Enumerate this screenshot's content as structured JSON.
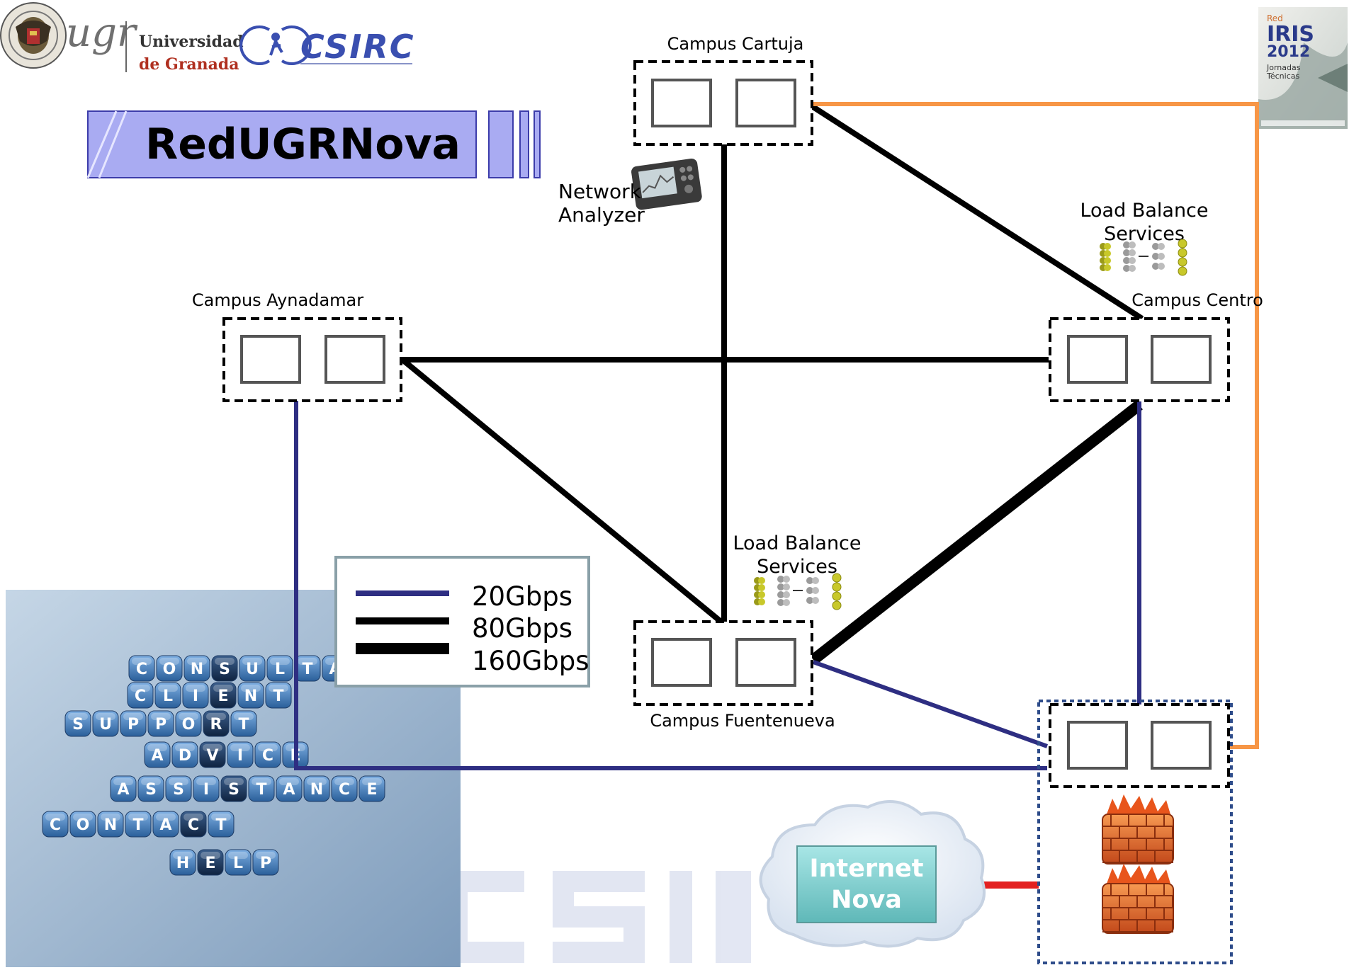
{
  "header": {
    "ugr_mark": "ugr",
    "university_line1": "Universidad",
    "university_line2": "de Granada",
    "csirc_logo": "CSIRC",
    "rediris_badge": {
      "line1": "Red",
      "line2": "IRIS",
      "line3": "2012",
      "line4": "Jornadas",
      "line5": "Técnicas"
    }
  },
  "title": "RedUGRNova",
  "nodes": {
    "cartuja": {
      "label": "Campus Cartuja"
    },
    "aynadamar": {
      "label": "Campus Aynadamar"
    },
    "centro": {
      "label": "Campus Centro"
    },
    "fuentenueva": {
      "label": "Campus Fuentenueva"
    }
  },
  "device_labels": {
    "analyzer_line1": "Network",
    "analyzer_line2": "Analyzer",
    "lb_centro_line1": "Load Balance",
    "lb_centro_line2": "Services",
    "lb_fuente_line1": "Load Balance",
    "lb_fuente_line2": "Services"
  },
  "legend": {
    "items": [
      {
        "label": "20Gbps",
        "color": "#2e2e82"
      },
      {
        "label": "80Gbps",
        "color": "#000000"
      },
      {
        "label": "160Gbps",
        "color": "#000000"
      }
    ]
  },
  "internet": {
    "line1": "Internet",
    "line2": "Nova"
  },
  "service_tiles": {
    "row1": "CONSULTANT",
    "row2": "CLIENT",
    "row3": "SUPPORT",
    "row4": "ADVICE",
    "row5": "ASSISTANCE",
    "row6": "CONTACT",
    "row7": "HELP"
  },
  "colors": {
    "link_20g": "#2e2e82",
    "link_80g": "#000000",
    "uplink": "#f79646",
    "internet_link": "#e32020",
    "title_band": "#a9abf2",
    "legend_border": "#8aa0a8"
  }
}
